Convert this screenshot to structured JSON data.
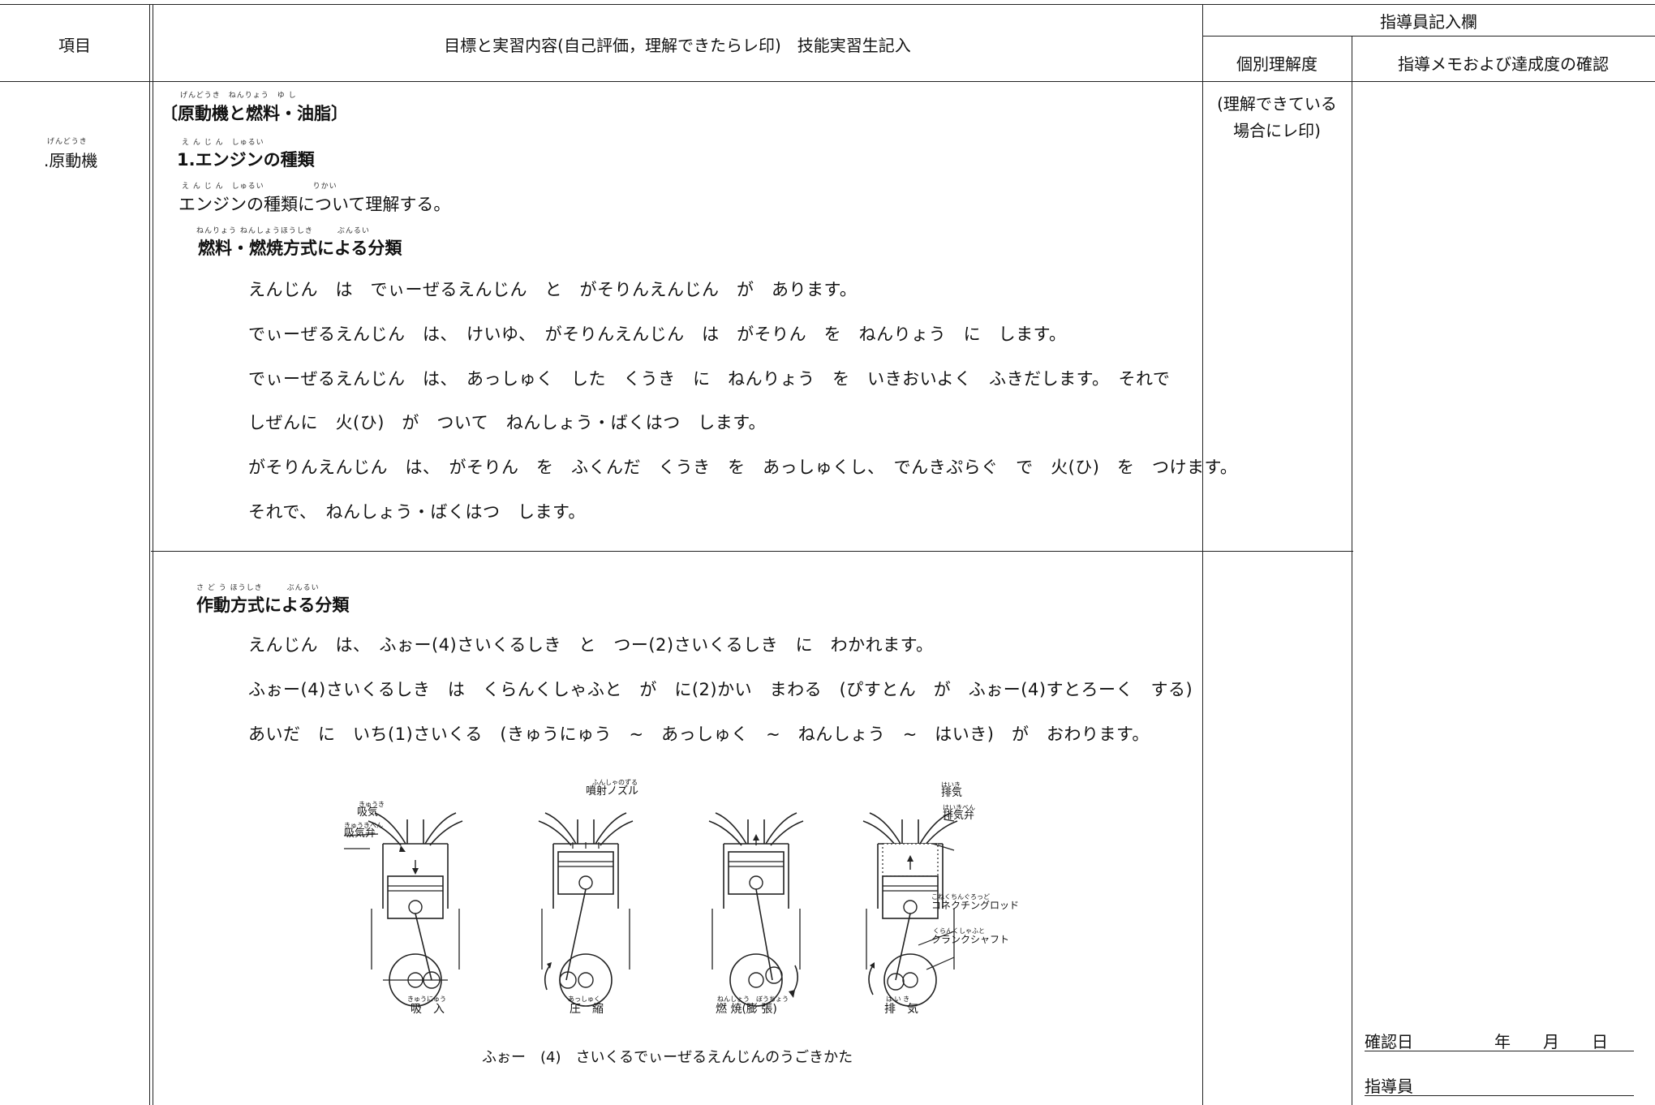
{
  "header": {
    "item_col": "項目",
    "content_col": "目標と実習内容(自己評価，理解できたらレ印)　技能実習生記入",
    "instructor_group": "指導員記入欄",
    "understanding_col": "個別理解度",
    "memo_col": "指導メモおよび達成度の確認"
  },
  "item": {
    "ruby": "げんどうき",
    "label": ".原動機"
  },
  "understanding": {
    "note_line1": "(理解できている",
    "note_line2": "場合にレ印)"
  },
  "section": {
    "ruby": "げんどうき　ねんりょう　ゆ し",
    "title": "〔原動機と燃料・油脂〕"
  },
  "subsection1": {
    "ruby": "え ん じ ん　しゅるい",
    "title": "1.エンジンの種類",
    "goal_ruby": "え ん じ ん　しゅるい　　　　　　りかい",
    "goal": "エンジンの種類について理解する。",
    "heading_ruby": "ねんりょう ねんしょうほうしき　　　ぶんるい",
    "heading": "燃料・燃焼方式による分類",
    "lines": [
      "えんじん　は　でぃーぜるえんじん　と　がそりんえんじん　が　あります。",
      "でぃーぜるえんじん　は、　けいゆ、　がそりんえんじん　は　がそりん　を　ねんりょう　に　します。",
      "でぃーぜるえんじん　は、　あっしゅく　した　くうき　に　ねんりょう　を　いきおいよく　ふきだします。　それで",
      "しぜんに　火(ひ)　が　ついて　ねんしょう・ばくはつ　します。",
      "がそりんえんじん　は、　がそりん　を　ふくんだ　くうき　を　あっしゅくし、　でんきぷらぐ　で　火(ひ)　を　つけます。",
      "それで、　ねんしょう・ばくはつ　します。"
    ]
  },
  "subsection2": {
    "heading_ruby": "さ ど う ほうしき　　　ぶんるい",
    "heading": "作動方式による分類",
    "lines": [
      "えんじん　は、　ふぉー(4)さいくるしき　と　つー(2)さいくるしき　に　わかれます。",
      "ふぉー(4)さいくるしき　は　くらんくしゃふと　が　に(2)かい　まわる　(ぴすとん　が　ふぉー(4)すとろーく　する)",
      "あいだ　に　いち(1)さいくる　(きゅうにゅう　~　あっしゅく　~　ねんしょう　~　はいき)　が　おわります。"
    ]
  },
  "figure": {
    "label_intake_ruby": "きゅうき",
    "label_intake": "吸気",
    "label_intake_valve_ruby": "きゅうきべん",
    "label_intake_valve": "吸気弁",
    "label_nozzle_ruby": "ふんしゃのずる",
    "label_nozzle": "噴射ノズル",
    "label_exhaust_ruby": "はいき",
    "label_exhaust": "排気",
    "label_exhaust_valve_ruby": "はいきべん",
    "label_exhaust_valve": "排気弁",
    "label_conrod_ruby": "こねくちんぐろっど",
    "label_conrod": "コネクチングロッド",
    "label_crank_ruby": "くらんくしゃふと",
    "label_crank": "クランクシャフト",
    "strokes": [
      {
        "ruby": "きゅうにゅう",
        "label": "吸　入"
      },
      {
        "ruby": "あっしゅく",
        "label": "圧　縮"
      },
      {
        "ruby": "ねんしょう　ぼうちょう",
        "label": "燃 焼(膨 張)"
      },
      {
        "ruby": "は い き",
        "label": "排　気"
      }
    ],
    "caption": "ふぉー　(4)　さいくるでぃーぜるえんじんのうごきかた"
  },
  "confirm": {
    "date_label": "確認日　　　　　年　　月　　日",
    "instructor_label": "指導員"
  }
}
